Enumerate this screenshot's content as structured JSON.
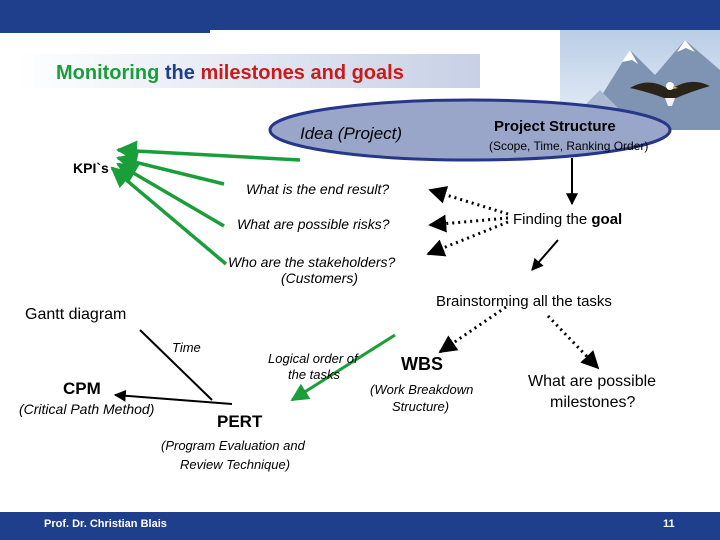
{
  "title": {
    "part1": "Monitoring",
    "part2": "the",
    "part3": "milestones and goals"
  },
  "nodes": {
    "idea": "Idea (Project)",
    "project_structure": "Project Structure",
    "project_structure_sub": "(Scope, Time, Ranking Order)",
    "kpis": "KPI`s",
    "end_result": "What is the end result?",
    "risks": "What are possible risks?",
    "finding_goal_prefix": "Finding the",
    "finding_goal_word": "goal",
    "stakeholders_line1": "Who are the stakeholders?",
    "stakeholders_line2": "(Customers)",
    "brainstorming": "Brainstorming all the tasks",
    "gantt": "Gantt diagram",
    "time": "Time",
    "logical_line1": "Logical order of",
    "logical_line2": "the tasks",
    "wbs": "WBS",
    "wbs_sub_line1": "(Work Breakdown",
    "wbs_sub_line2": "Structure)",
    "milestones_line1": "What are possible",
    "milestones_line2": "milestones?",
    "cpm": "CPM",
    "cpm_sub": "(Critical Path Method)",
    "pert": "PERT",
    "pert_sub_line1": "(Program Evaluation and",
    "pert_sub_line2": "Review Technique)"
  },
  "footer": {
    "author": "Prof. Dr. Christian Blais",
    "page": "11"
  },
  "colors": {
    "accent_blue": "#1f3f8c",
    "green": "#1a9e3a",
    "red": "#cc1a1a",
    "ellipse_fill": "#9aa6c9",
    "ellipse_stroke": "#26378a"
  }
}
